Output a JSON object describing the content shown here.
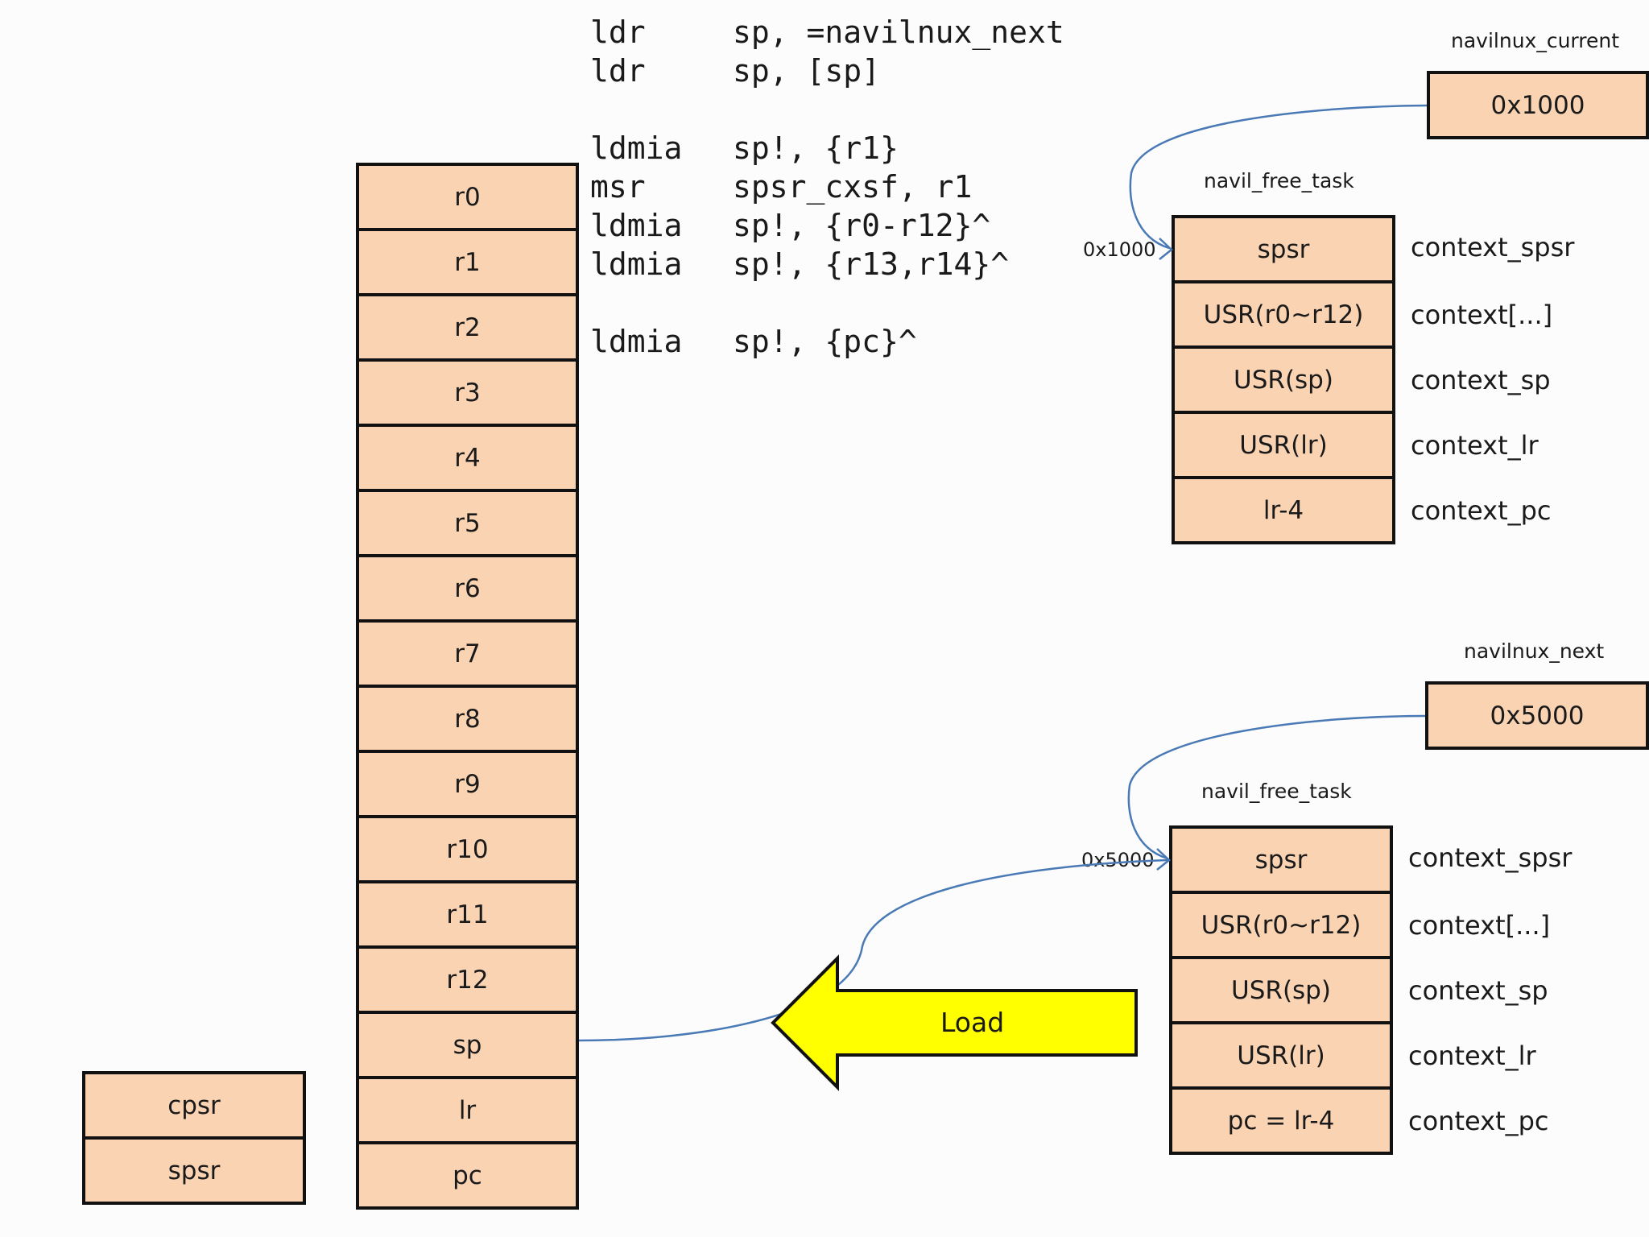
{
  "code": {
    "lines": [
      {
        "op": "ldr",
        "args": "sp, =navilnux_next"
      },
      {
        "op": "ldr",
        "args": "sp, [sp]"
      },
      {
        "op": "ldmia",
        "args": "sp!, {r1}"
      },
      {
        "op": "msr",
        "args": "spsr_cxsf, r1"
      },
      {
        "op": "ldmia",
        "args": "sp!, {r0-r12}^"
      },
      {
        "op": "ldmia",
        "args": "sp!, {r13,r14}^"
      },
      {
        "op": "ldmia",
        "args": "sp!, {pc}^"
      }
    ]
  },
  "registers": [
    "r0",
    "r1",
    "r2",
    "r3",
    "r4",
    "r5",
    "r6",
    "r7",
    "r8",
    "r9",
    "r10",
    "r11",
    "r12",
    "sp",
    "lr",
    "pc"
  ],
  "status_registers": [
    "cpsr",
    "spsr"
  ],
  "top_group": {
    "pointer_name": "navilnux_current",
    "pointer_value": "0x1000",
    "struct_name": "navil_free_task",
    "address": "0x1000",
    "cells": [
      "spsr",
      "USR(r0~r12)",
      "USR(sp)",
      "USR(lr)",
      "lr-4"
    ],
    "fields": [
      "context_spsr",
      "context[...]",
      "context_sp",
      "context_lr",
      "context_pc"
    ]
  },
  "bottom_group": {
    "pointer_name": "navilnux_next",
    "pointer_value": "0x5000",
    "struct_name": "navil_free_task",
    "address": "0x5000",
    "cells": [
      "spsr",
      "USR(r0~r12)",
      "USR(sp)",
      "USR(lr)",
      "pc = lr-4"
    ],
    "fields": [
      "context_spsr",
      "context[...]",
      "context_sp",
      "context_lr",
      "context_pc"
    ]
  },
  "arrow": {
    "label": "Load",
    "color": "#ffff00"
  },
  "colors": {
    "cell_fill": "#fad3b3",
    "wire": "#4a7ab5"
  }
}
